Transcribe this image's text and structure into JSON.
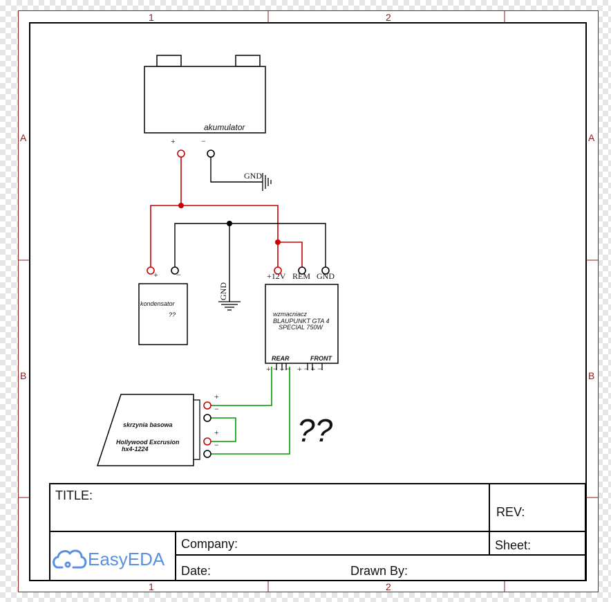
{
  "colors": {
    "frame": "#8b1c1c",
    "positive_wire": "#cc0000",
    "ground_wire": "#000000",
    "speaker_wire": "#009900",
    "logo": "#5b8fe0"
  },
  "frame": {
    "col_labels": [
      "1",
      "2"
    ],
    "row_labels": [
      "A",
      "B"
    ]
  },
  "components": {
    "battery": {
      "label": "akumulator",
      "plus": "+",
      "minus": "−"
    },
    "gnd_label": "GND",
    "capacitor": {
      "label": "kondensator",
      "value": "??",
      "plus": "+",
      "minus": "−"
    },
    "amplifier": {
      "name_line1": "wzmacniacz",
      "name_line2": "BLAUPUNKT GTA 4",
      "name_line3": "SPECIAL 750W",
      "pin_12v": "+12V",
      "pin_rem": "REM",
      "pin_gnd": "GND",
      "out_rear": "REAR",
      "out_front": "FRONT",
      "out_pins_rear": "+ − + −",
      "out_pins_front": "+ − + −"
    },
    "subwoofer_box": {
      "label_line1": "skrzynia basowa",
      "label_line2": "Hollywood Excrusion",
      "label_line3": "hx4-1224",
      "term_plus": "+",
      "term_minus": "−"
    },
    "question_mark": "??"
  },
  "title_block": {
    "title_label": "TITLE:",
    "rev_label": "REV:",
    "company_label": "Company:",
    "sheet_label": "Sheet:",
    "date_label": "Date:",
    "drawn_by_label": "Drawn By:",
    "logo_text": "EasyEDA",
    "logo_icon": "cloud-icon"
  }
}
